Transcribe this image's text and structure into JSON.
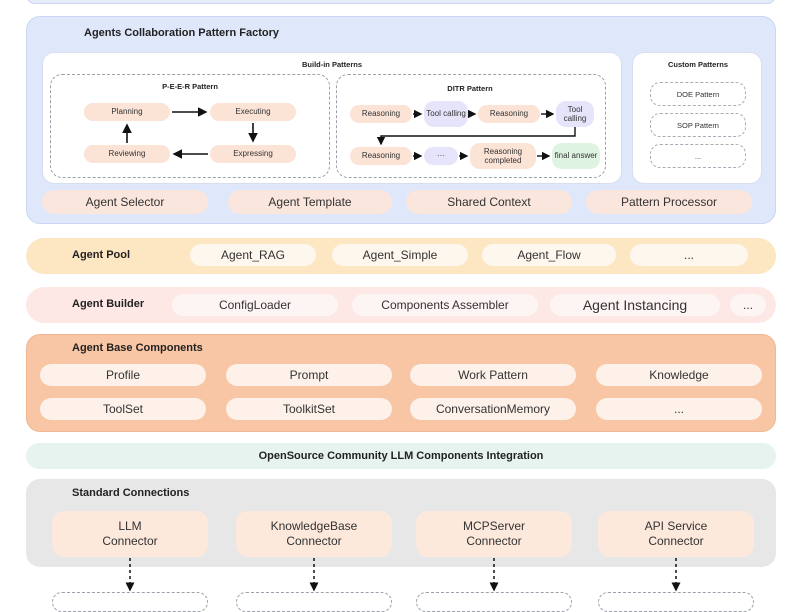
{
  "factory": {
    "title": "Agents Collaboration Pattern Factory",
    "builtin_title": "Build-in Patterns",
    "peer": {
      "title": "P-E-E-R Pattern",
      "nodes": [
        "Planning",
        "Executing",
        "Expressing",
        "Reviewing"
      ]
    },
    "ditr": {
      "title": "DITR  Pattern",
      "row1": [
        "Reasoning",
        "Tool calling",
        "Reasoning",
        "Tool calling"
      ],
      "row2": [
        "Reasoning",
        "···",
        "Reasoning completed",
        "final answer"
      ]
    },
    "custom": {
      "title": "Custom Patterns",
      "items": [
        "DOE Pattern",
        "SOP Pattern",
        "..."
      ]
    },
    "bottom_items": [
      "Agent Selector",
      "Agent Template",
      "Shared Context",
      "Pattern Processor"
    ]
  },
  "pool": {
    "title": "Agent Pool",
    "items": [
      "Agent_RAG",
      "Agent_Simple",
      "Agent_Flow",
      "..."
    ]
  },
  "builder": {
    "title": "Agent Builder",
    "items": [
      "ConfigLoader",
      "Components Assembler",
      "Agent Instancing",
      "..."
    ]
  },
  "base": {
    "title": "Agent Base Components",
    "row1": [
      "Profile",
      "Prompt",
      "Work Pattern",
      "Knowledge"
    ],
    "row2": [
      "ToolSet",
      "ToolkitSet",
      "ConversationMemory",
      "..."
    ]
  },
  "integration": {
    "title": "OpenSource Community LLM Components Integration"
  },
  "standard": {
    "title": "Standard Connections",
    "connectors": [
      {
        "line1": "LLM",
        "line2": "Connector"
      },
      {
        "line1": "KnowledgeBase",
        "line2": "Connector"
      },
      {
        "line1": "MCPServer",
        "line2": "Connector"
      },
      {
        "line1": "API Service",
        "line2": "Connector"
      }
    ]
  }
}
